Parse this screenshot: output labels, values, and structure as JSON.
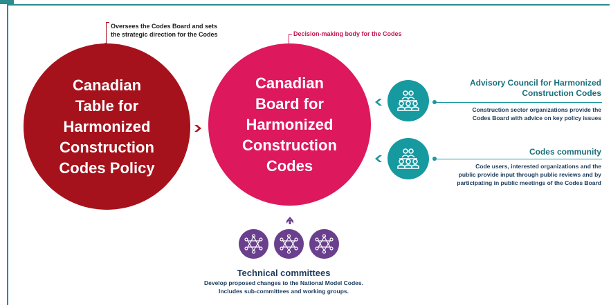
{
  "colors": {
    "policy_circle": "#a6121c",
    "board_circle": "#dd185c",
    "teal": "#1799a0",
    "purple": "#6a3f8d",
    "frame": "#2a8c8c"
  },
  "policy": {
    "label": "Canadian\nTable for\nHarmonized\nConstruction\nCodes Policy",
    "note": "Oversees the Codes Board and sets\nthe strategic direction for the Codes"
  },
  "board": {
    "label": "Canadian\nBoard for\nHarmonized\nConstruction\nCodes",
    "note": "Decision-making body for the Codes"
  },
  "advisory": {
    "title": "Advisory Council for Harmonized\nConstruction Codes",
    "description": "Construction sector organizations provide the\nCodes Board with advice on key policy issues",
    "icon": "people-group-icon"
  },
  "community": {
    "title": "Codes community",
    "description": "Code users, interested organizations and the\npublic provide input through public reviews and by\nparticipating in public meetings of the Codes Board",
    "icon": "people-group-icon"
  },
  "technical": {
    "title": "Technical committees",
    "description": "Develop proposed changes to the National Model Codes.\nIncludes sub-committees and working groups.",
    "icon": "network-star-icon"
  }
}
